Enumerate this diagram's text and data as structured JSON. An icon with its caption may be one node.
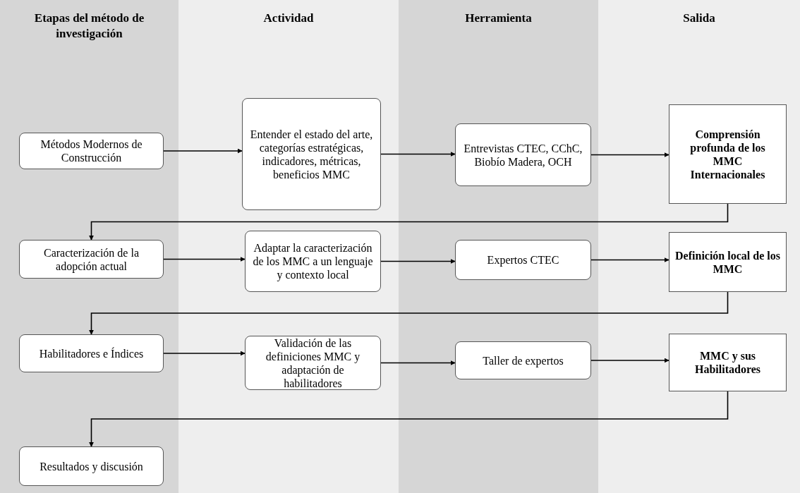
{
  "diagram": {
    "nodes": [
      {
        "text": [
          "Etapas del método de investigación"
        ]
      },
      {
        "text": [
          "Actividad"
        ]
      },
      {
        "text": [
          "Herramienta"
        ]
      },
      {
        "text": [
          "Salida"
        ]
      },
      {
        "text": [
          "Métodos Modernos de Construcción"
        ],
        "in": 0
      },
      {
        "text": [
          "Entender el estado del arte, categorías estratégicas, indicadores, métricas, beneficios MMC"
        ],
        "in": 1
      },
      {
        "text": [
          "Entrevistas CTEC, CChC, Biobío Madera, OCH"
        ],
        "in": 2
      },
      {
        "text": [
          "Comprensión profunda de los MMC Internacionales"
        ],
        "in": 3
      },
      {
        "text": [
          "Caracterización de la adopción actual"
        ],
        "in": 0
      },
      {
        "text": [
          "Adaptar la caracterización de los MMC a un lenguaje y contexto local"
        ],
        "in": 1
      },
      {
        "text": [
          "Expertos CTEC"
        ],
        "in": 2
      },
      {
        "text": [
          "Definición local de los MMC"
        ],
        "in": 3
      },
      {
        "text": [
          "Habilitadores e Índices"
        ],
        "in": 0
      },
      {
        "text": [
          "Validación de las definiciones MMC y adaptación de habilitadores"
        ],
        "in": 1
      },
      {
        "text": [
          "Taller de expertos"
        ],
        "in": 2
      },
      {
        "text": [
          "MMC y sus Habilitadores"
        ],
        "in": 3
      },
      {
        "text": [
          "Resultados y discusión"
        ],
        "in": 0
      }
    ],
    "edges": [
      {
        "from": 4,
        "to": 5,
        "arrow": "to"
      },
      {
        "from": 5,
        "to": 6,
        "arrow": "to"
      },
      {
        "from": 6,
        "to": 7,
        "arrow": "to"
      },
      {
        "from": 7,
        "to": 8,
        "arrow": "to"
      },
      {
        "from": 8,
        "to": 9,
        "arrow": "to"
      },
      {
        "from": 9,
        "to": 10,
        "arrow": "to"
      },
      {
        "from": 10,
        "to": 11,
        "arrow": "to"
      },
      {
        "from": 11,
        "to": 12,
        "arrow": "to"
      },
      {
        "from": 12,
        "to": 13,
        "arrow": "to"
      },
      {
        "from": 13,
        "to": 14,
        "arrow": "to"
      },
      {
        "from": 14,
        "to": 15,
        "arrow": "to"
      },
      {
        "from": 15,
        "to": 16,
        "arrow": "to"
      }
    ]
  }
}
